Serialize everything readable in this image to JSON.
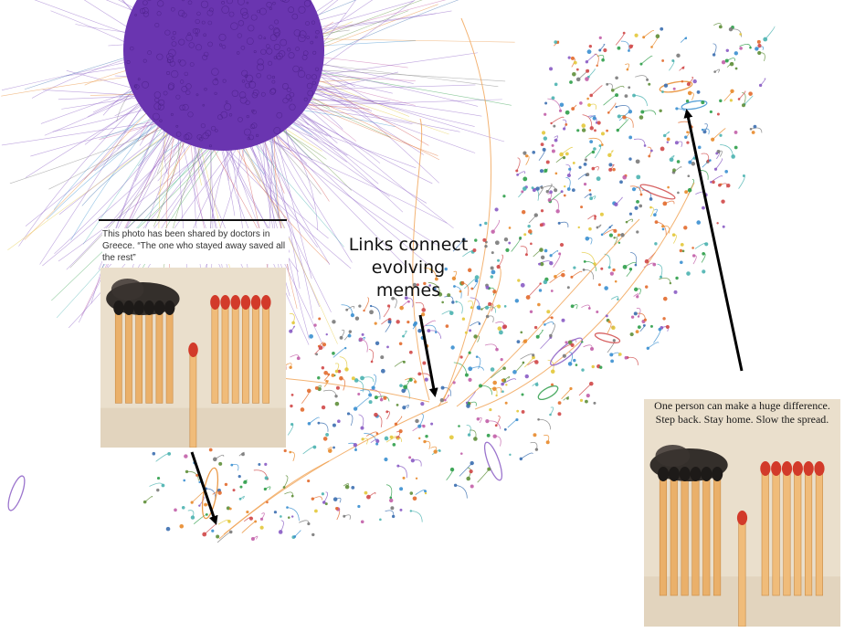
{
  "caption": {
    "text": "This photo has been shared by doctors in Greece.   “The one who stayed away saved all the rest”"
  },
  "annotation": {
    "lines": [
      "Links connect",
      "evolving",
      "memes"
    ]
  },
  "meme_overlay": {
    "lines": [
      "One person can make a huge difference.",
      "Step back. Stay home. Slow the spread."
    ]
  },
  "colors": {
    "cluster": "#6a35b0",
    "cluster_dark": "#4a1f86",
    "arrow": "#000000",
    "highlight_orange": "#f08a1c",
    "match_wood": "#e9a95c",
    "match_head": "#d23a2a",
    "burnt_head": "#2a2522"
  },
  "icons": {
    "network": "network-graph",
    "arrow": "arrow-icon",
    "matches": "matchsticks-photo"
  }
}
